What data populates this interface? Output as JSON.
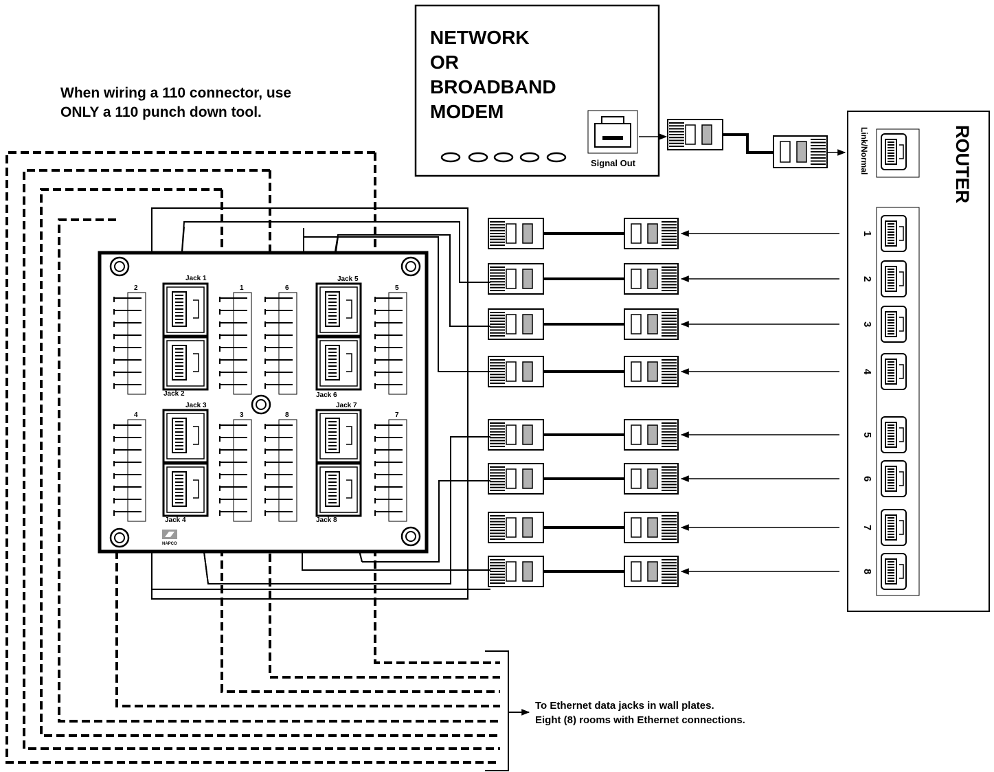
{
  "instruction": {
    "line1": "When wiring a 110 connector, use",
    "line2": "ONLY a 110 punch down tool."
  },
  "modem": {
    "title_lines": [
      "NETWORK",
      "OR",
      "BROADBAND",
      "MODEM"
    ],
    "port_label": "Signal Out"
  },
  "router": {
    "title": "ROUTER",
    "uplink_label": "Link/Normal",
    "ports": [
      "1",
      "2",
      "3",
      "4",
      "5",
      "6",
      "7",
      "8"
    ]
  },
  "panel": {
    "jacks": [
      "Jack 1",
      "Jack 2",
      "Jack 3",
      "Jack 4",
      "Jack 5",
      "Jack 6",
      "Jack 7",
      "Jack 8"
    ],
    "blocks": [
      "2",
      "1",
      "6",
      "5",
      "4",
      "3",
      "8",
      "7"
    ],
    "logo_text": "NAPCO"
  },
  "destination": {
    "line1": "To Ethernet data jacks in wall plates.",
    "line2": "Eight (8) rooms with Ethernet connections."
  },
  "colors": {
    "line": "#000000",
    "plug_fill": "#b3b3b3",
    "background": "#ffffff"
  }
}
